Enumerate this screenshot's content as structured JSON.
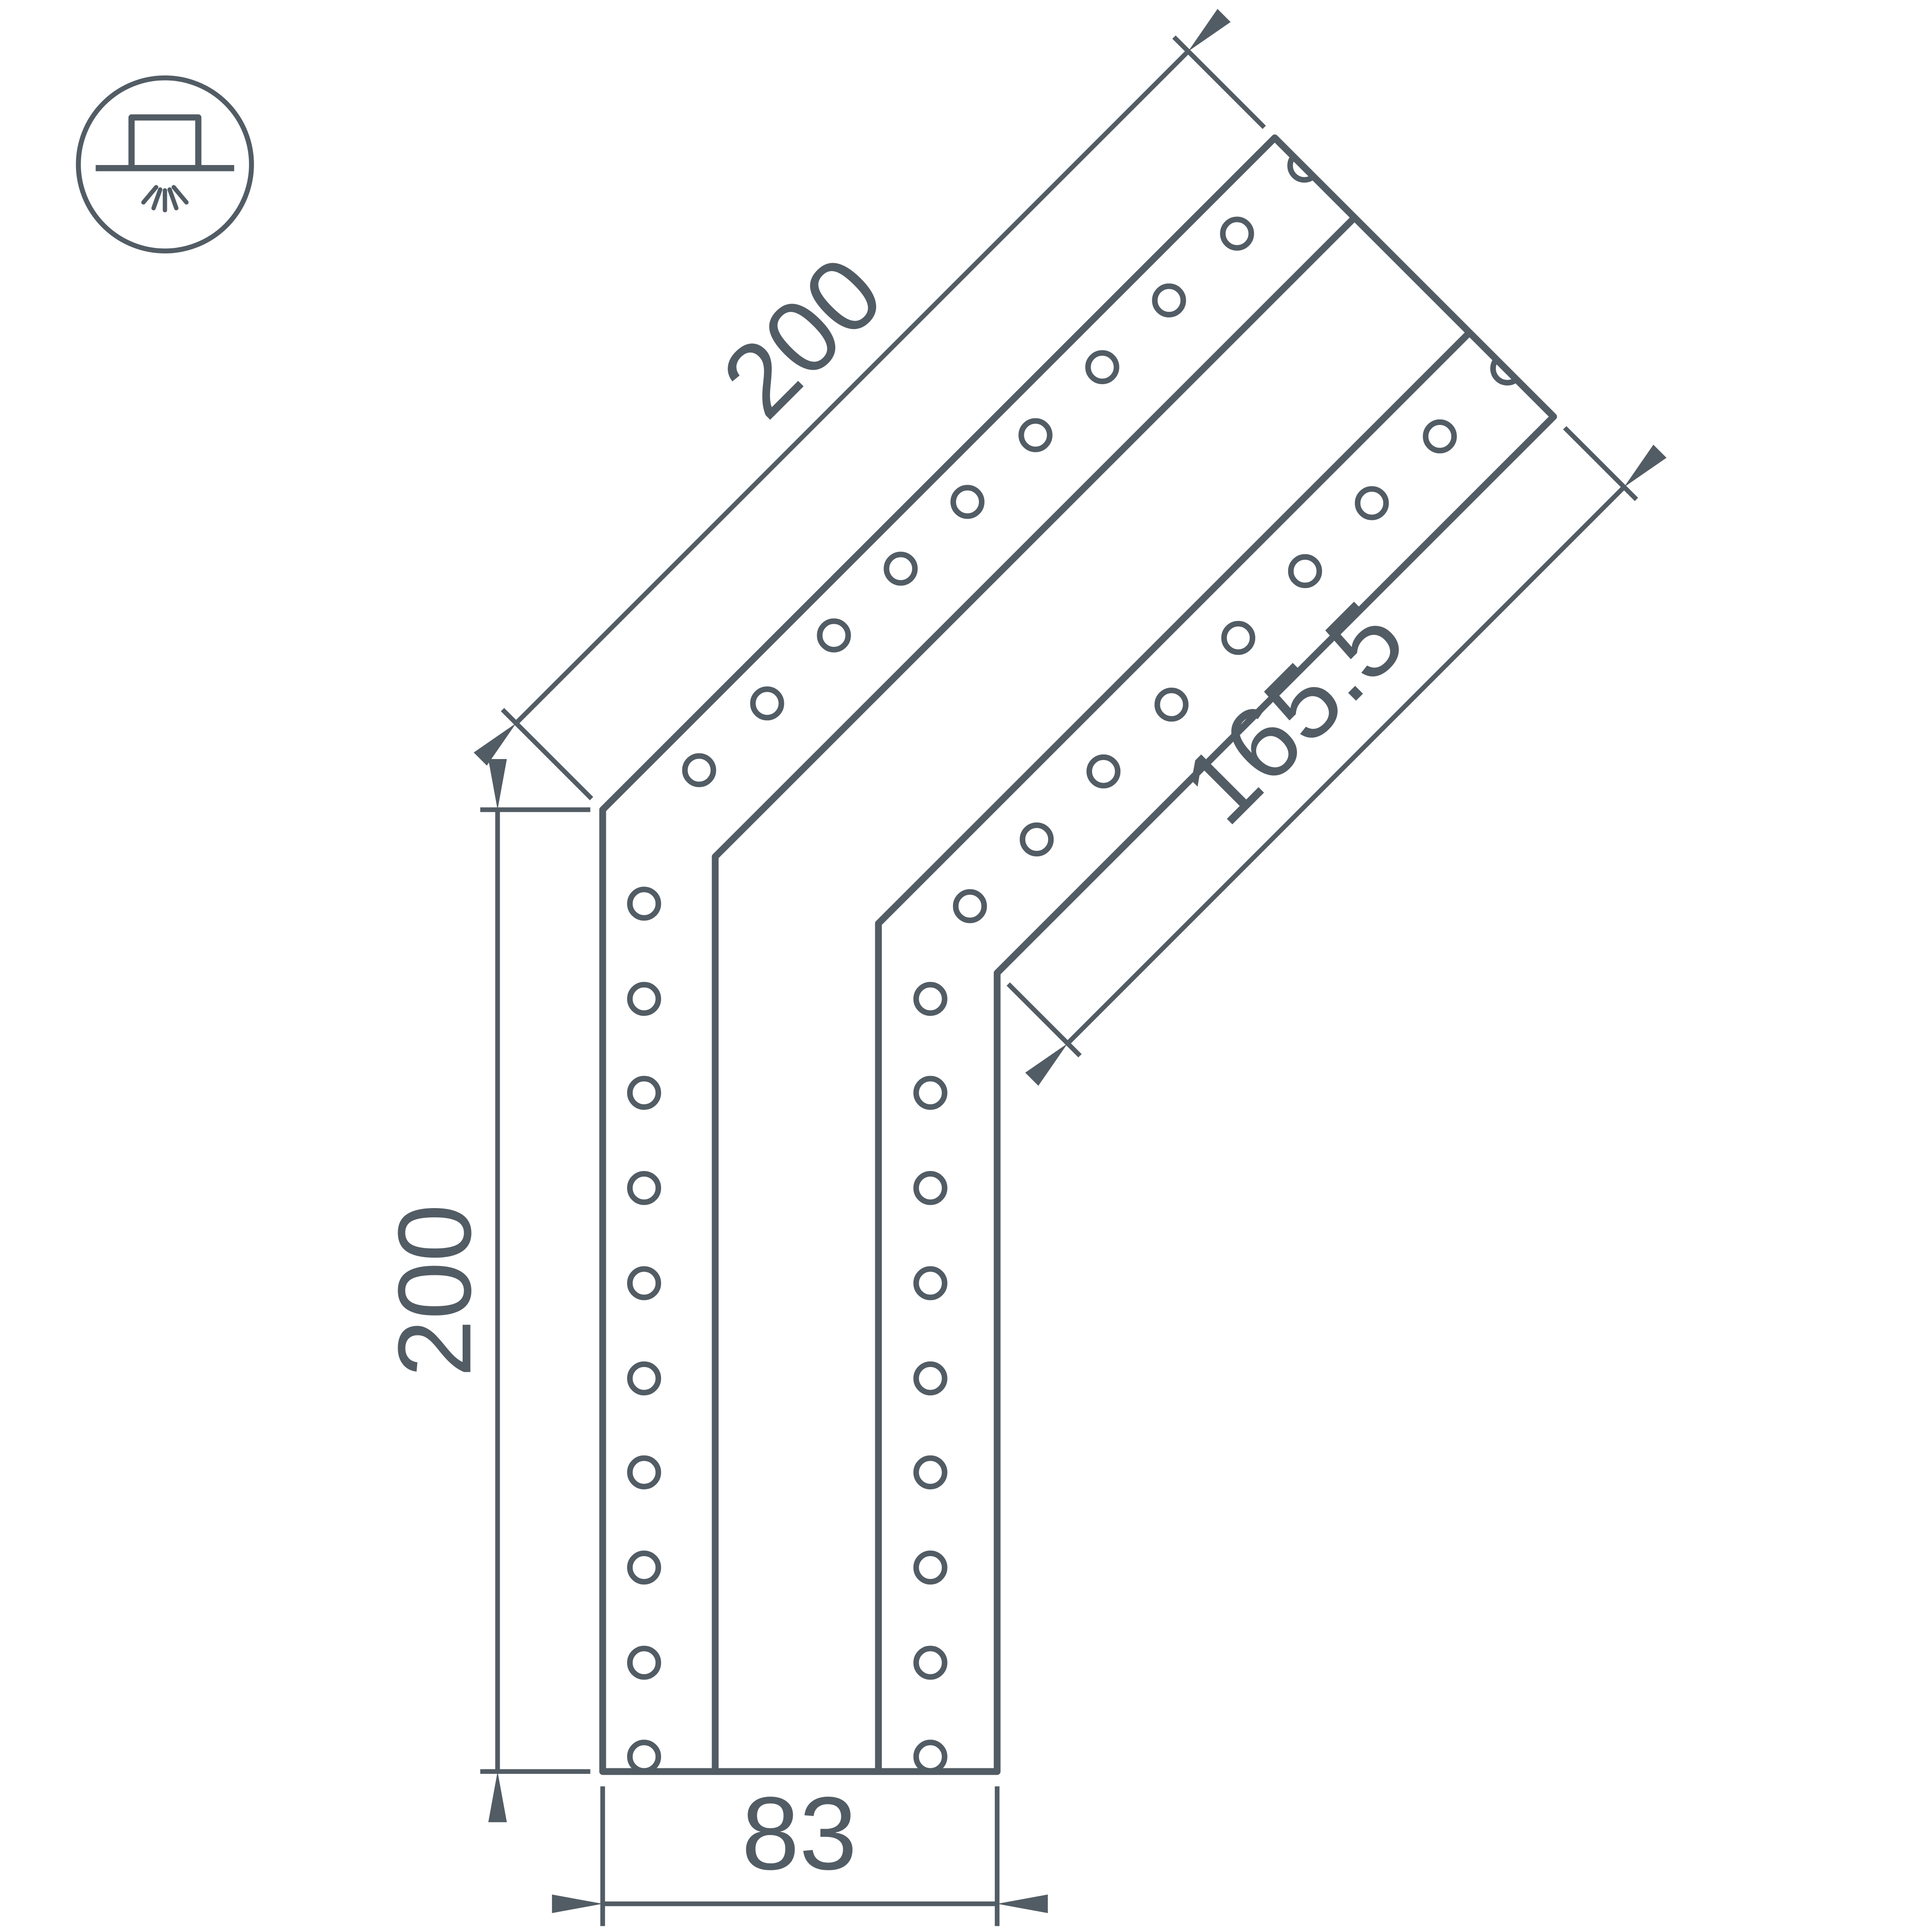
{
  "page": {
    "background": "#ffffff"
  },
  "drawing": {
    "type": "technical-dimension-drawing",
    "line_color": "#525c64",
    "dimensions": {
      "top_diagonal": "200",
      "left_vertical": "200",
      "right_diagonal": "165.5",
      "bottom_width": "83"
    },
    "icon": {
      "name": "surface-mount-downlight",
      "description": "luminaire on mounting surface emitting light downward"
    },
    "profile": {
      "shape": "135-degree corner LED profile with two rows of mounting holes",
      "hole_counts": {
        "vertical_left_row": 10,
        "vertical_right_row": 9,
        "diagonal_left_row": 9,
        "diagonal_right_row": 8,
        "half_holes_at_end_cut": 2
      }
    }
  }
}
